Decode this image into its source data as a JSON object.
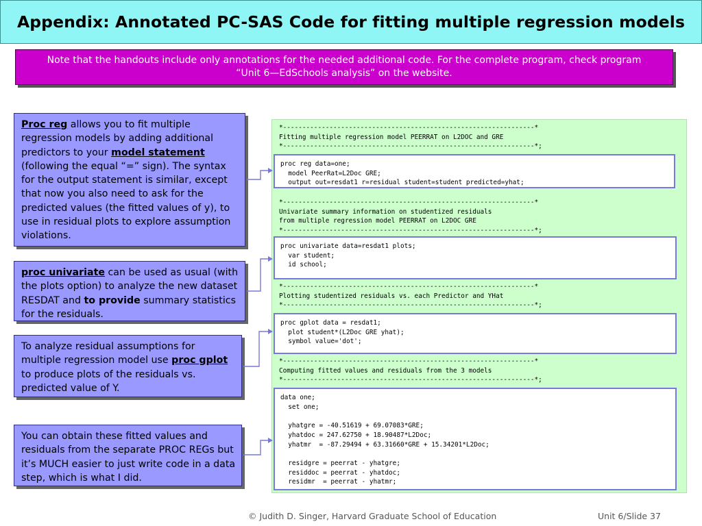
{
  "title": "Appendix: Annotated PC-SAS Code for fitting multiple regression models",
  "note": "Note that the handouts include only annotations for the needed additional code. For the complete program, check program “Unit 6—EdSchools analysis” on the website.",
  "callouts": {
    "proc_reg": {
      "keyword": "Proc reg",
      "text1": " allows you to fit multiple regression models by adding additional predictors to your ",
      "keyword2": "model statement",
      "text2": " (following the equal “=” sign). The syntax for the output statement is similar, except that now you also need to ask for the predicted values (the fitted values of y), to use in residual plots to explore assumption violations."
    },
    "proc_univariate": {
      "keyword": "proc univariate",
      "text1": " can be used as usual (with the plots option) to analyze the new dataset RESDAT and ",
      "bold": "to provide",
      "text2": " summary statistics for the residuals."
    },
    "proc_gplot": {
      "text1": "To analyze residual assumptions for multiple regression model use ",
      "keyword": "proc gplot ",
      "text2": "to produce plots of the residuals vs. predicted value of Y."
    },
    "fitted_values": {
      "text": "You can obtain these fitted values and residuals from the separate PROC REGs but it’s MUCH easier to just write code in a data step, which is what I did."
    }
  },
  "code": {
    "comment1": "*-----------------------------------------------------------------*\nFitting multiple regression model PEERRAT on L2DOC and GRE\n*-----------------------------------------------------------------*;",
    "block1": "proc reg data=one;\n  model PeerRat=L2Doc GRE;\n  output out=resdat1 r=residual student=student predicted=yhat;",
    "comment2": "*-----------------------------------------------------------------*\nUnivariate summary information on studentized residuals\nfrom multiple regression model PEERRAT on L2DOC GRE\n*-----------------------------------------------------------------*;",
    "block2": "proc univariate data=resdat1 plots;\n  var student;\n  id school;",
    "comment3": "*-----------------------------------------------------------------*\nPlotting studentized residuals vs. each Predictor and YHat\n*-----------------------------------------------------------------*;",
    "block3": "proc gplot data = resdat1;\n  plot student*(L2Doc GRE yhat);\n  symbol value='dot';",
    "comment4": "*-----------------------------------------------------------------*\nComputing fitted values and residuals from the 3 models\n*-----------------------------------------------------------------*;",
    "block4": "data one;\n  set one;\n\n  yhatgre = -40.51619 + 69.07083*GRE;\n  yhatdoc = 247.62750 + 18.90487*L2Doc;\n  yhatmr  = -87.29494 + 63.31660*GRE + 15.34201*L2Doc;\n\n  residgre = peerrat - yhatgre;\n  residdoc = peerrat - yhatdoc;\n  residmr  = peerrat - yhatmr;"
  },
  "footer": {
    "left": "© Judith D. Singer, Harvard Graduate School of Education",
    "right": "Unit 6/Slide 37"
  },
  "colors": {
    "title_bg": "#8ff5f5",
    "note_bg": "#cc00cc",
    "callout_bg": "#9999ff",
    "code_panel_bg": "#ccffcc",
    "code_box_border": "#7777dd"
  }
}
